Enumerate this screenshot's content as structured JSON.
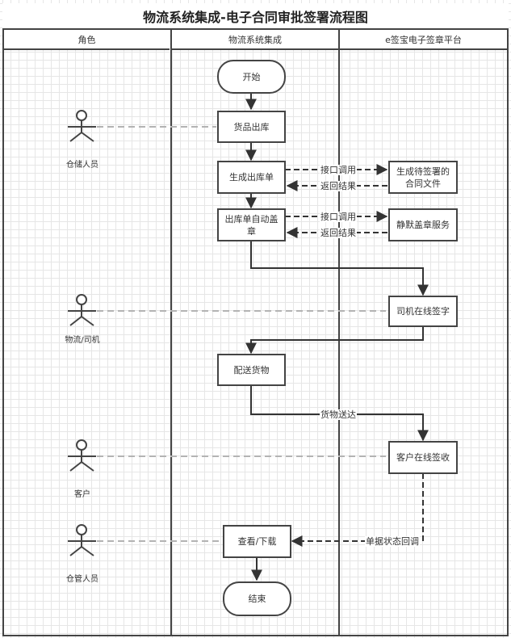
{
  "title": "物流系统集成-电子合同审批签署流程图",
  "lanes": [
    {
      "label": "角色"
    },
    {
      "label": "物流系统集成"
    },
    {
      "label": "e签宝电子签章平台"
    }
  ],
  "actors": [
    {
      "label": "仓储人员"
    },
    {
      "label": "物流/司机"
    },
    {
      "label": "客户"
    },
    {
      "label": "仓管人员"
    }
  ],
  "nodes": {
    "start": "开始",
    "goods_out": "货品出库",
    "gen_out_order": "生成出库单",
    "auto_seal": "出库单自动盖章",
    "gen_contract": "生成待签署的合同文件",
    "silent_seal": "静默盖章服务",
    "driver_sign": "司机在线签字",
    "deliver": "配送货物",
    "customer_sign": "客户在线签收",
    "view_download": "查看/下载",
    "end": "结束"
  },
  "edge_labels": {
    "api_call_1": "接口调用",
    "return_1": "返回结果",
    "api_call_2": "接口调用",
    "return_2": "返回结果",
    "delivered": "货物送达",
    "status_callback": "单据状态回调"
  }
}
